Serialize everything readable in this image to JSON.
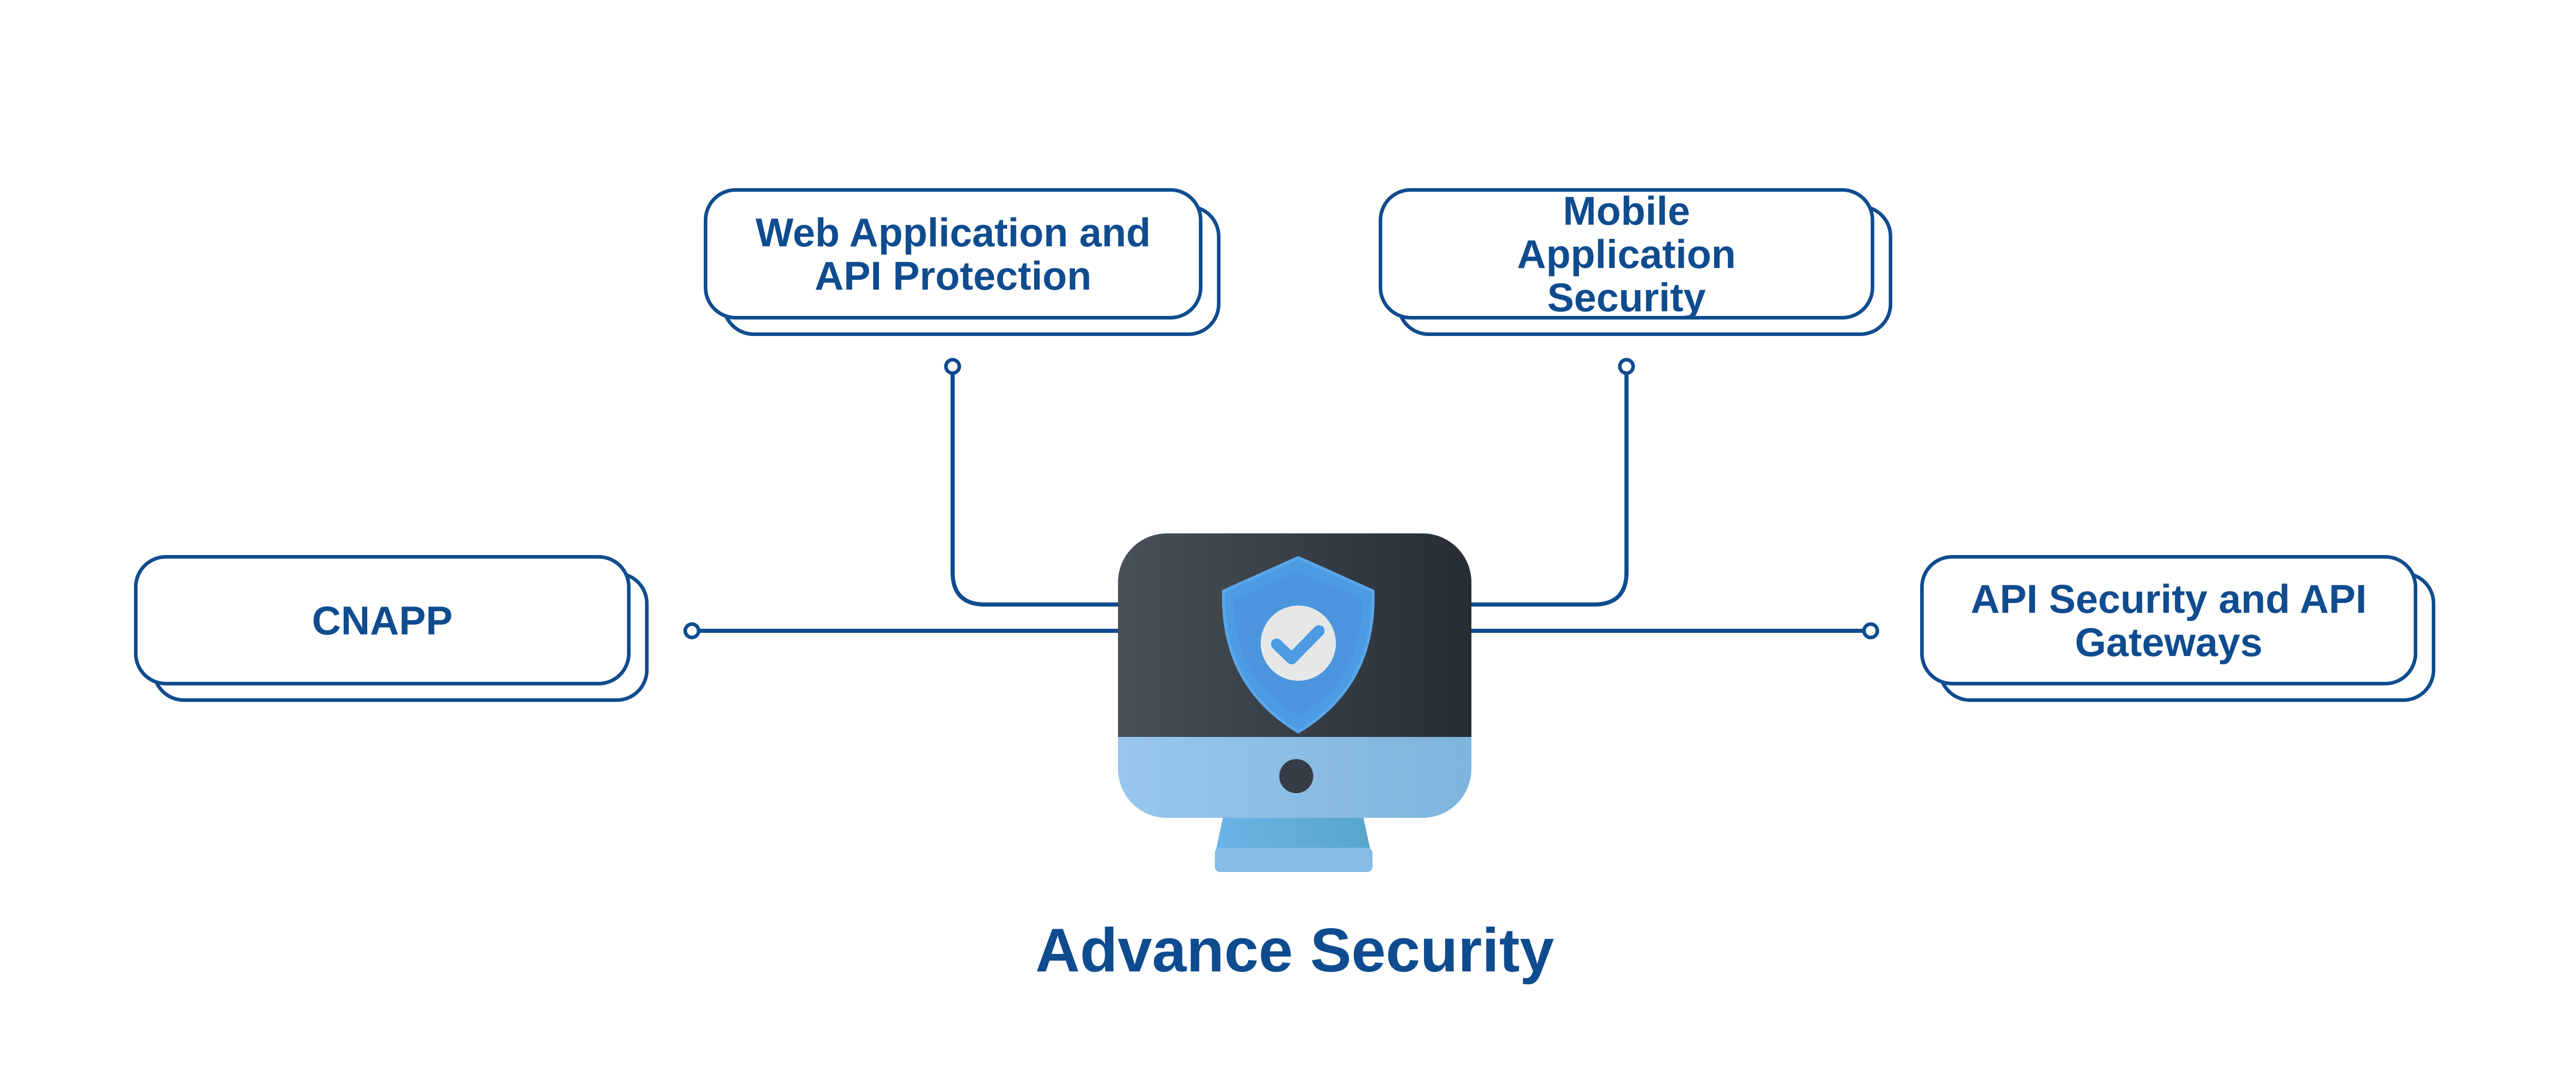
{
  "title": "Advance Security",
  "nodes": {
    "web": "Web Application and API Protection",
    "mobile": "Mobile Application Security",
    "cnapp": "CNAPP",
    "api": "API Security and API Gateways"
  },
  "colors": {
    "accent": "#0f4c8f",
    "monitor_screen": "#3a4048",
    "monitor_bezel": "#8dbde6",
    "shield": "#4c9be3"
  }
}
